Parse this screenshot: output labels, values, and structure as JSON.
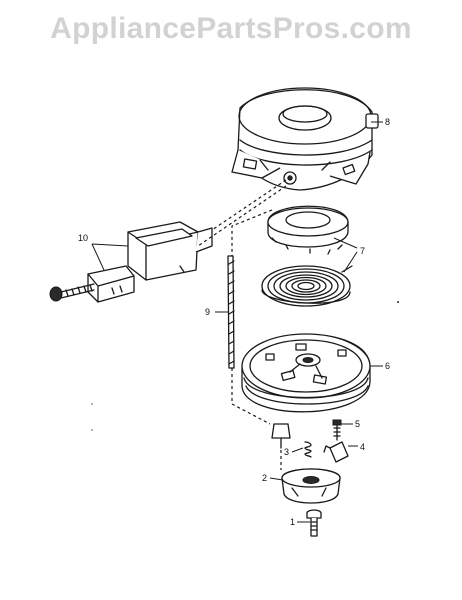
{
  "watermark": {
    "text": "AppliancePartsPros.com"
  },
  "diagram": {
    "callouts": {
      "c1": "1",
      "c2": "2",
      "c3": "3",
      "c4": "4",
      "c5": "5",
      "c6": "6",
      "c7": "7",
      "c8": "8",
      "c9": "9",
      "c10": "10"
    }
  }
}
